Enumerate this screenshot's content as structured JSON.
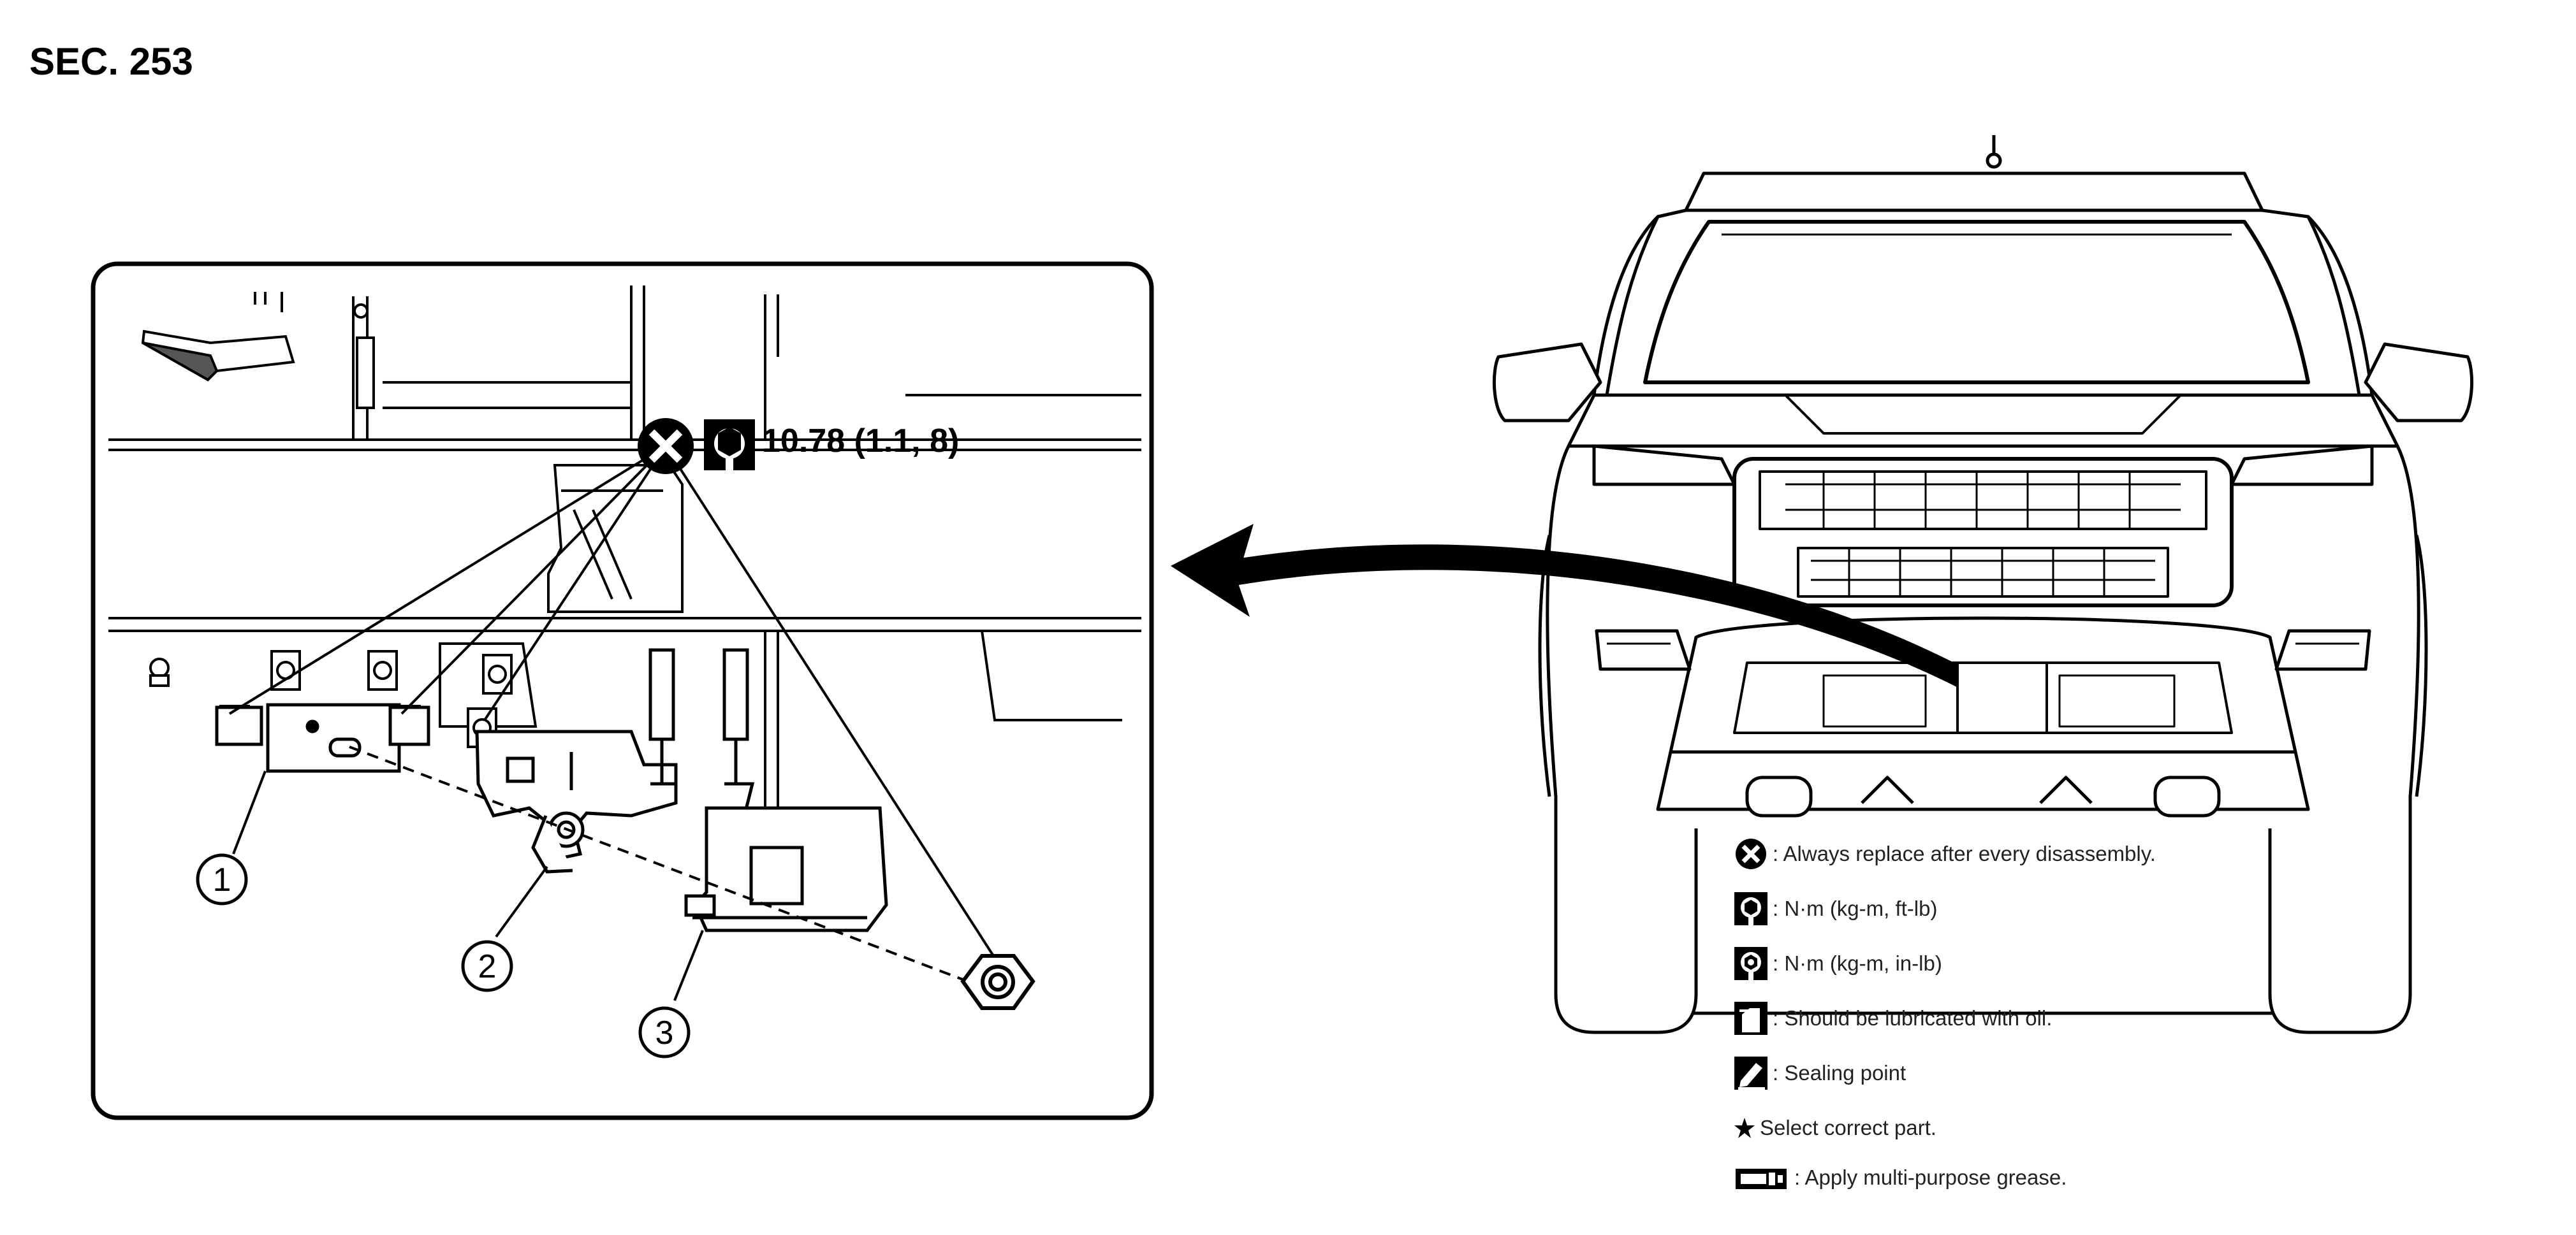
{
  "section_title": "SEC. 253",
  "torque_spec": "10.78 (1.1, 8)",
  "callouts": [
    "1",
    "2",
    "3"
  ],
  "legend": [
    {
      "icon": "always-replace-icon",
      "text": ": Always replace after every disassembly."
    },
    {
      "icon": "torque-ft-lb-icon",
      "text": ": N·m (kg-m, ft-lb)"
    },
    {
      "icon": "torque-in-lb-icon",
      "text": ": N·m (kg-m, in-lb)"
    },
    {
      "icon": "oil-can-icon",
      "text": ": Should be lubricated with oil."
    },
    {
      "icon": "sealing-point-icon",
      "text": ": Sealing point"
    },
    {
      "icon": "star-icon",
      "text": "Select correct part."
    },
    {
      "icon": "grease-icon",
      "text": ": Apply multi-purpose grease."
    }
  ]
}
